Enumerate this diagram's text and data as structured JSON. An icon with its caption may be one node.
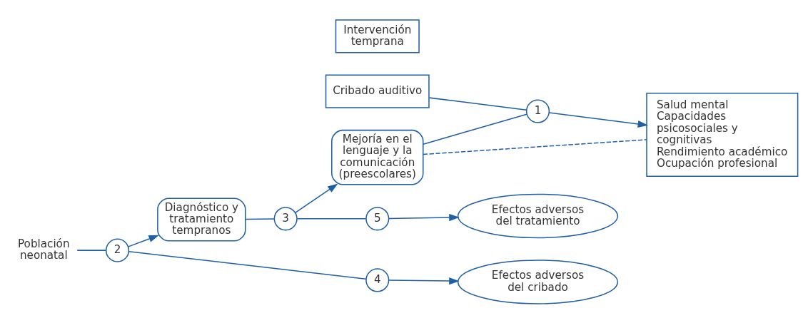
{
  "diagram": {
    "nodes": [
      {
        "text": [
          "1"
        ]
      },
      {
        "text": [
          "Cribado auditivo"
        ]
      },
      {
        "text": [
          "Intervención temprana"
        ]
      },
      {
        "text": [
          "Salud mental",
          "Capacidades psicosociales y cognitivas",
          "Rendimiento académico",
          "Ocupación profesional"
        ]
      },
      {
        "text": [
          "Población neonatal"
        ]
      },
      {
        "text": [
          "2"
        ]
      },
      {
        "text": [
          "Diagnóstico y tratamiento tempranos"
        ]
      },
      {
        "text": [
          "3"
        ]
      },
      {
        "text": [
          "Mejoría en el lenguaje y la comunicación (preescolares)"
        ]
      },
      {
        "text": [
          "4"
        ]
      },
      {
        "text": [
          "5"
        ]
      },
      {
        "text": [
          "Efectos adversos del cribado"
        ]
      },
      {
        "text": [
          "Efectos adversos del tratamiento"
        ]
      }
    ],
    "edges": [
      {
        "from": 1,
        "to": 0,
        "arrow": "none"
      },
      {
        "from": 0,
        "to": 3,
        "arrow": "to"
      },
      {
        "from": 8,
        "to": 0,
        "arrow": "none"
      },
      {
        "from": 4,
        "to": 5,
        "arrow": "none"
      },
      {
        "from": 5,
        "to": 6,
        "arrow": "to"
      },
      {
        "from": 6,
        "to": 7,
        "arrow": "none"
      },
      {
        "from": 7,
        "to": 8,
        "arrow": "to"
      },
      {
        "from": 8,
        "to": 3,
        "arrow": "none",
        "style": "dashed"
      },
      {
        "from": 5,
        "to": 9,
        "arrow": "none"
      },
      {
        "from": 9,
        "to": 11,
        "arrow": "to"
      },
      {
        "from": 7,
        "to": 10,
        "arrow": "none"
      },
      {
        "from": 10,
        "to": 12,
        "arrow": "to"
      }
    ]
  }
}
